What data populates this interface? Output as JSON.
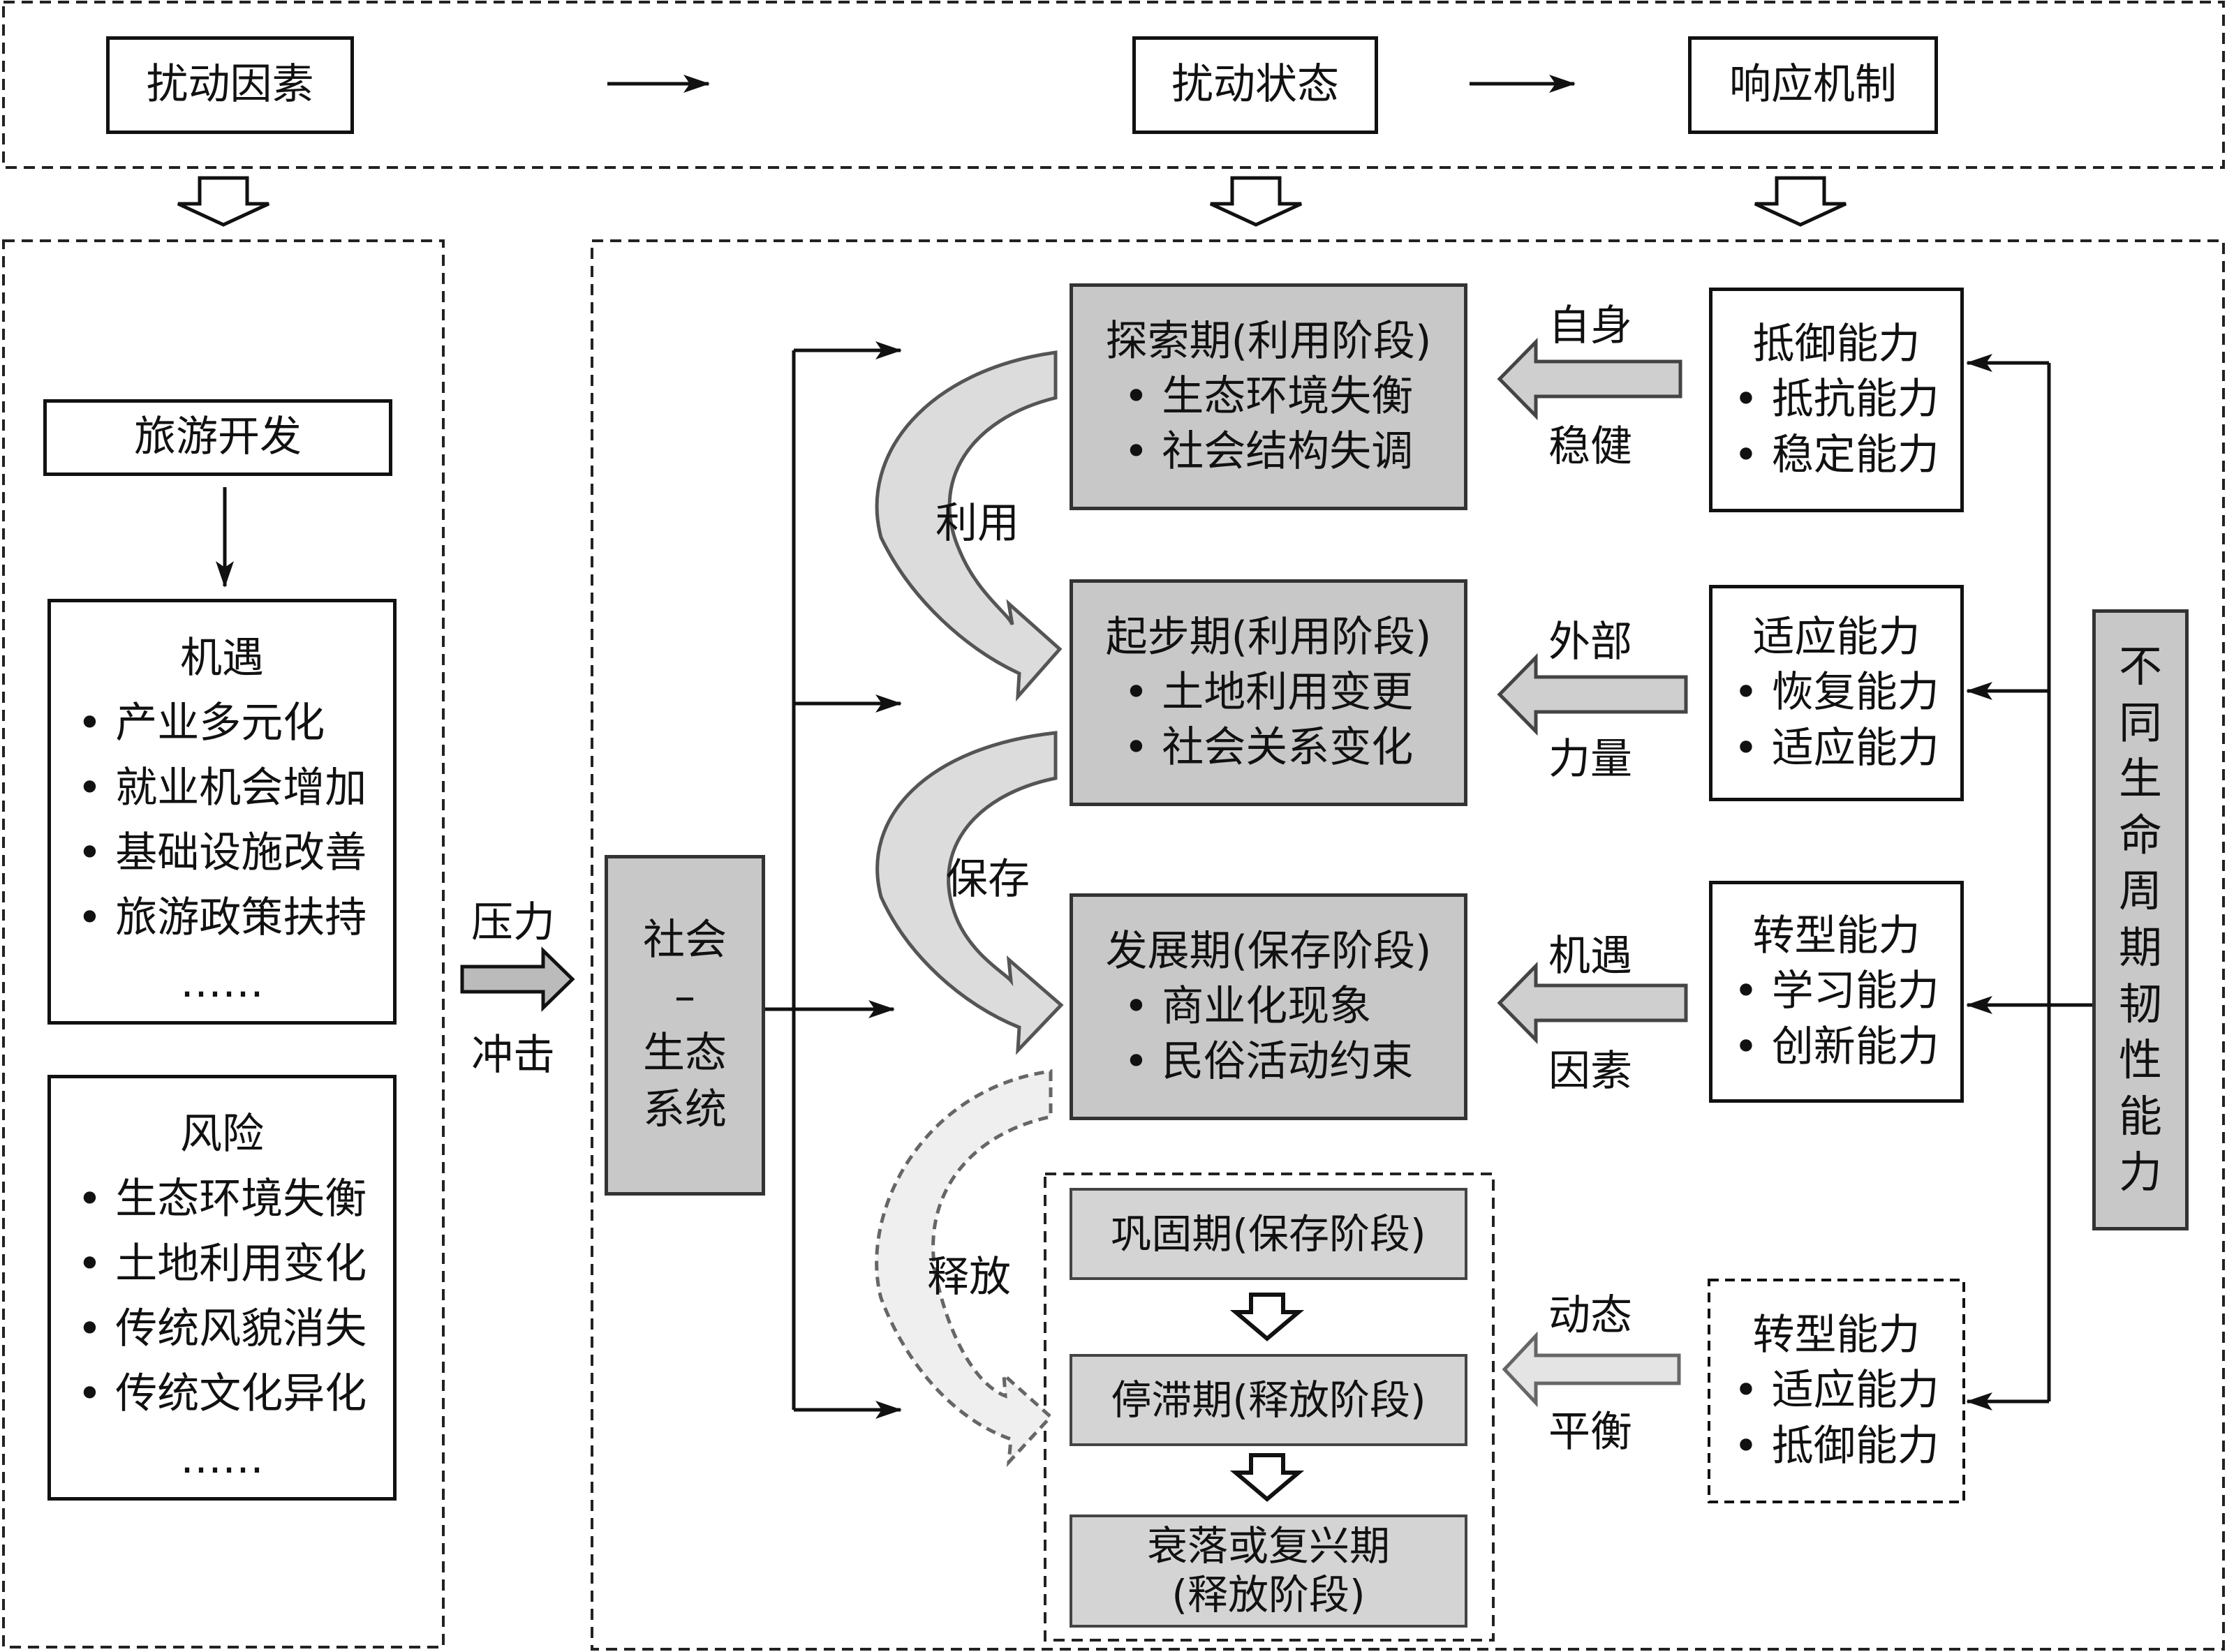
{
  "top": {
    "disturbance_factors": "扰动因素",
    "disturbance_state": "扰动状态",
    "response_mechanism": "响应机制"
  },
  "left": {
    "tourism": "旅游开发",
    "opportunity": {
      "title": "机遇",
      "items": [
        "产业多元化",
        "就业机会增加",
        "基础设施改善",
        "旅游政策扶持",
        "……"
      ]
    },
    "risk": {
      "title": "风险",
      "items": [
        "生态环境失衡",
        "土地利用变化",
        "传统风貌消失",
        "传统文化异化",
        "……"
      ]
    }
  },
  "pressure": {
    "top": "压力",
    "bottom": "冲击"
  },
  "system": {
    "line1": "社会",
    "line2": "–",
    "line3": "生态",
    "line4": "系统"
  },
  "stages": {
    "explore": {
      "title": "探索期(利用阶段)",
      "items": [
        "生态环境失衡",
        "社会结构失调"
      ]
    },
    "start": {
      "title": "起步期(利用阶段)",
      "items": [
        "土地利用变更",
        "社会关系变化"
      ]
    },
    "develop": {
      "title": "发展期(保存阶段)",
      "items": [
        "商业化现象",
        "民俗活动约束"
      ]
    },
    "consolidate": "巩固期(保存阶段)",
    "stagnate": "停滞期(释放阶段)",
    "decline": {
      "line1": "衰落或复兴期",
      "line2": "(释放阶段)"
    }
  },
  "cycle_labels": {
    "use": "利用",
    "conserve": "保存",
    "release": "释放"
  },
  "mid_labels": {
    "self_1": "自身",
    "self_2": "稳健",
    "external_1": "外部",
    "external_2": "力量",
    "opportunity_1": "机遇",
    "opportunity_2": "因素",
    "dynamic_1": "动态",
    "dynamic_2": "平衡"
  },
  "abilities": {
    "resist": {
      "title": "抵御能力",
      "items": [
        "抵抗能力",
        "稳定能力"
      ]
    },
    "adapt": {
      "title": "适应能力",
      "items": [
        "恢复能力",
        "适应能力"
      ]
    },
    "transform": {
      "title": "转型能力",
      "items": [
        "学习能力",
        "创新能力"
      ]
    },
    "combined": {
      "title": "转型能力",
      "items": [
        "适应能力",
        "抵御能力"
      ]
    }
  },
  "resilience": [
    "不",
    "同",
    "生",
    "命",
    "周",
    "期",
    "韧",
    "性",
    "能",
    "力"
  ]
}
